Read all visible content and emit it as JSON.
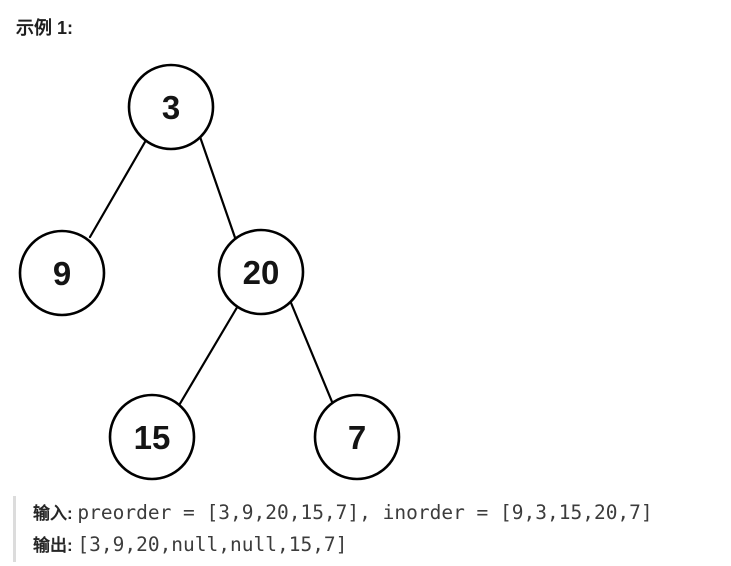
{
  "title": "示例 1:",
  "tree": {
    "node_fill": "#ffffff",
    "node_stroke": "#000000",
    "edge_color": "#000000",
    "nodes": [
      {
        "id": "root",
        "label": "3"
      },
      {
        "id": "root-left",
        "label": "9"
      },
      {
        "id": "root-right",
        "label": "20"
      },
      {
        "id": "right-left",
        "label": "15"
      },
      {
        "id": "right-right",
        "label": "7"
      }
    ],
    "edges": [
      {
        "from": "3",
        "to": "9"
      },
      {
        "from": "3",
        "to": "20"
      },
      {
        "from": "20",
        "to": "15"
      },
      {
        "from": "20",
        "to": "7"
      }
    ]
  },
  "example_block": {
    "border_color": "#dcdcdc",
    "input_label": "输入:",
    "input_value": "preorder = [3,9,20,15,7], inorder = [9,3,15,20,7]",
    "output_label": "输出:",
    "output_value": "[3,9,20,null,null,15,7]"
  }
}
